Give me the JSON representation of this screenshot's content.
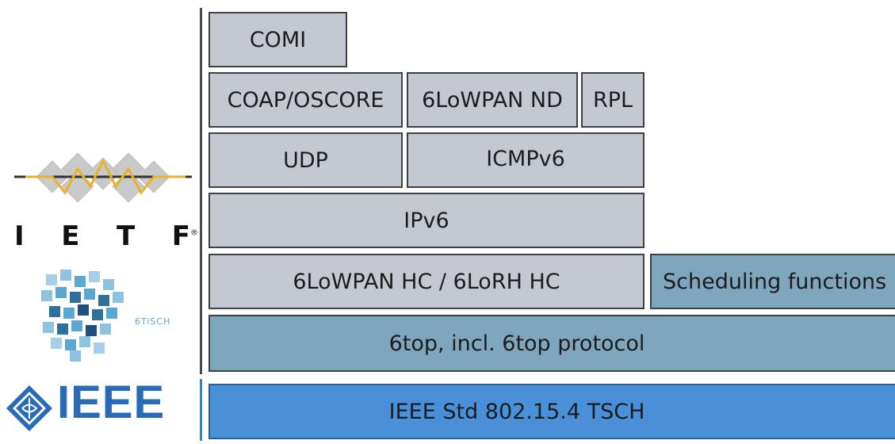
{
  "stack": {
    "comi": "COMI",
    "coap": "COAP/OSCORE",
    "nd": "6LoWPAN ND",
    "rpl": "RPL",
    "udp": "UDP",
    "icmp": "ICMPv6",
    "ipv6": "IPv6",
    "hc": "6LoWPAN HC / 6LoRH HC",
    "sf": "Scheduling functions",
    "sixtop": "6top, incl. 6top protocol",
    "ieee": "IEEE Std 802.15.4 TSCH"
  },
  "logos": {
    "ietf_letters": [
      "I",
      "E",
      "T",
      "F"
    ],
    "ietf_mark": "®",
    "sixtisch": "6TiSCH",
    "ieee_name": "IEEE"
  },
  "colors": {
    "gray_layer": "#c4c9d1",
    "teal_layer": "#7ea7bd",
    "blue_layer": "#4a90d9",
    "ietf_gold": "#e8b32a",
    "ieee_blue": "#2a6bb8"
  }
}
